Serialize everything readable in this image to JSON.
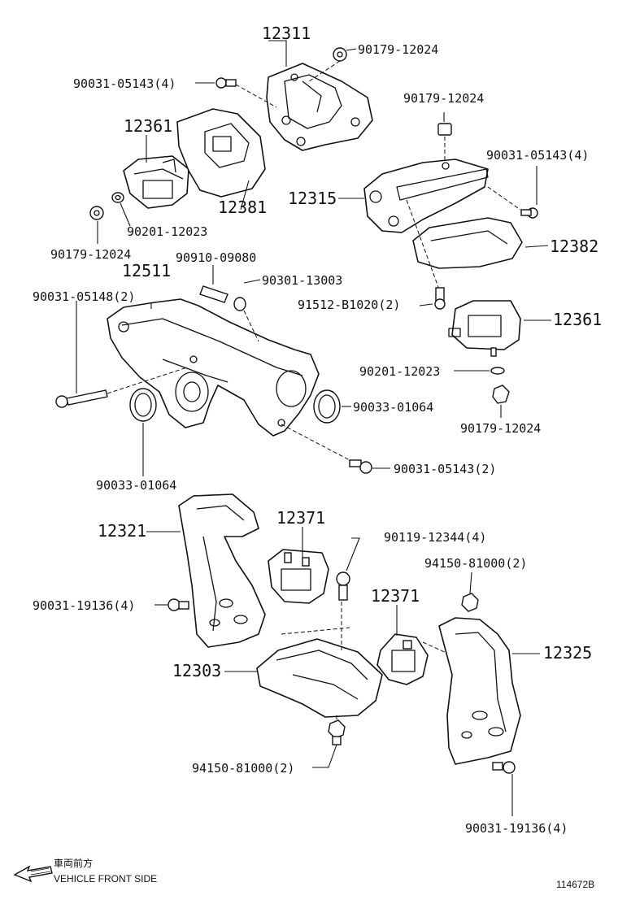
{
  "callouts": [
    {
      "id": "c-12311",
      "text": "12311"
    },
    {
      "id": "c-90179-a",
      "text": "90179-12024"
    },
    {
      "id": "c-90031-a",
      "text": "90031-05143(4)"
    },
    {
      "id": "c-12361-a",
      "text": "12361"
    },
    {
      "id": "c-12381",
      "text": "12381"
    },
    {
      "id": "c-90201-a",
      "text": "90201-12023"
    },
    {
      "id": "c-90179-b",
      "text": "90179-12024"
    },
    {
      "id": "c-90179-c",
      "text": "90179-12024"
    },
    {
      "id": "c-90031-b",
      "text": "90031-05143(4)"
    },
    {
      "id": "c-12315",
      "text": "12315"
    },
    {
      "id": "c-12382",
      "text": "12382"
    },
    {
      "id": "c-90910",
      "text": "90910-09080"
    },
    {
      "id": "c-12511",
      "text": "12511"
    },
    {
      "id": "c-90301",
      "text": "90301-13003"
    },
    {
      "id": "c-90031-c",
      "text": "90031-05148(2)"
    },
    {
      "id": "c-91512",
      "text": "91512-B1020(2)"
    },
    {
      "id": "c-12361-b",
      "text": "12361"
    },
    {
      "id": "c-90201-b",
      "text": "90201-12023"
    },
    {
      "id": "c-90033-a",
      "text": "90033-01064"
    },
    {
      "id": "c-90179-d",
      "text": "90179-12024"
    },
    {
      "id": "c-90031-d",
      "text": "90031-05143(2)"
    },
    {
      "id": "c-90033-b",
      "text": "90033-01064"
    },
    {
      "id": "c-12321",
      "text": "12321"
    },
    {
      "id": "c-12371-a",
      "text": "12371"
    },
    {
      "id": "c-90119",
      "text": "90119-12344(4)"
    },
    {
      "id": "c-94150-a",
      "text": "94150-81000(2)"
    },
    {
      "id": "c-90031-e",
      "text": "90031-19136(4)"
    },
    {
      "id": "c-12371-b",
      "text": "12371"
    },
    {
      "id": "c-12325",
      "text": "12325"
    },
    {
      "id": "c-12303",
      "text": "12303"
    },
    {
      "id": "c-94150-b",
      "text": "94150-81000(2)"
    },
    {
      "id": "c-90031-f",
      "text": "90031-19136(4)"
    }
  ],
  "footer": {
    "direction_cn": "車両前方",
    "direction_en": "VEHICLE FRONT SIDE",
    "illustration_no": "114672B"
  }
}
